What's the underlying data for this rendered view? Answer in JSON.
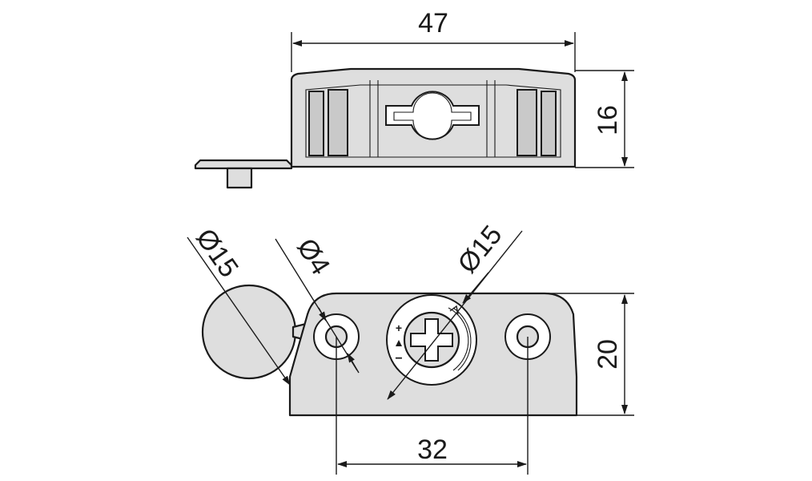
{
  "dimensions": {
    "top_width": "47",
    "top_height": "16",
    "cap_diameter": "Ø15",
    "hole_diameter": "Ø4",
    "cam_diameter": "Ø15",
    "bottom_height": "20",
    "hole_spacing": "32"
  },
  "cam_markings": {
    "plus": "+",
    "minus": "−"
  },
  "colors": {
    "part_fill": "#dedede",
    "line": "#1a1a1a"
  }
}
